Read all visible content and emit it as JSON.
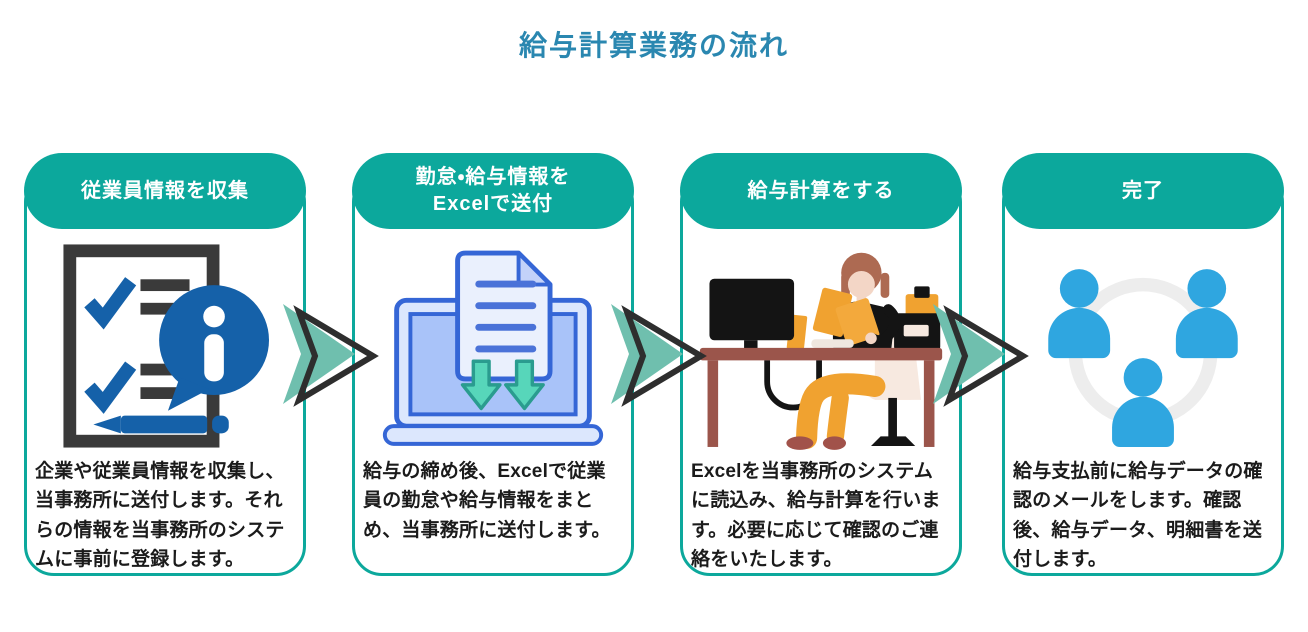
{
  "title": "給与計算業務の流れ",
  "colors": {
    "accent_teal": "#0ca89c",
    "title_blue": "#2a87b0",
    "arrow_fill": "#6fbfae",
    "arrow_outline": "#2e2e2e",
    "body_text": "#1b1b1b",
    "icon_blue": "#1561a9",
    "icon_dark_gray": "#3a3a3a",
    "laptop_border_blue": "#3566d6",
    "laptop_screen_blue": "#a9c3f9",
    "laptop_light_blue": "#dce7fd",
    "document_fill": "#eaf0fd",
    "mint_arrow": "#57d6ba",
    "mint_arrow_border": "#2a9c8f",
    "people_blue": "#2fa6e0",
    "ring_gray": "#ededed",
    "desk_brown": "#9b554b",
    "orange": "#f0a230",
    "hair_auburn": "#ad6a52",
    "skin": "#f3d6c6",
    "chair_cream": "#f7e9e0"
  },
  "steps": [
    {
      "header": "従業員情報を収集",
      "icon": "checklist-info-icon",
      "description": "企業や従業員情報を収集し、当事務所に送付します。それらの情報を当事務所のシステムに事前に登録します。"
    },
    {
      "header": "勤怠・給与情報を\nExcelで送付",
      "icon": "laptop-download-icon",
      "description": "給与の締め後、Excelで従業員の勤怠や給与情報をまとめ、当事務所に送付します。"
    },
    {
      "header": "給与計算をする",
      "icon": "payroll-clerk-icon",
      "description": "Excelを当事務所のシステムに読込み、給与計算を行います。必要に応じて確認のご連絡をいたします。"
    },
    {
      "header": "完了",
      "icon": "people-network-icon",
      "description": "給与支払前に給与データの確認のメールをします。確認後、給与データ、明細書を送付します。"
    }
  ]
}
